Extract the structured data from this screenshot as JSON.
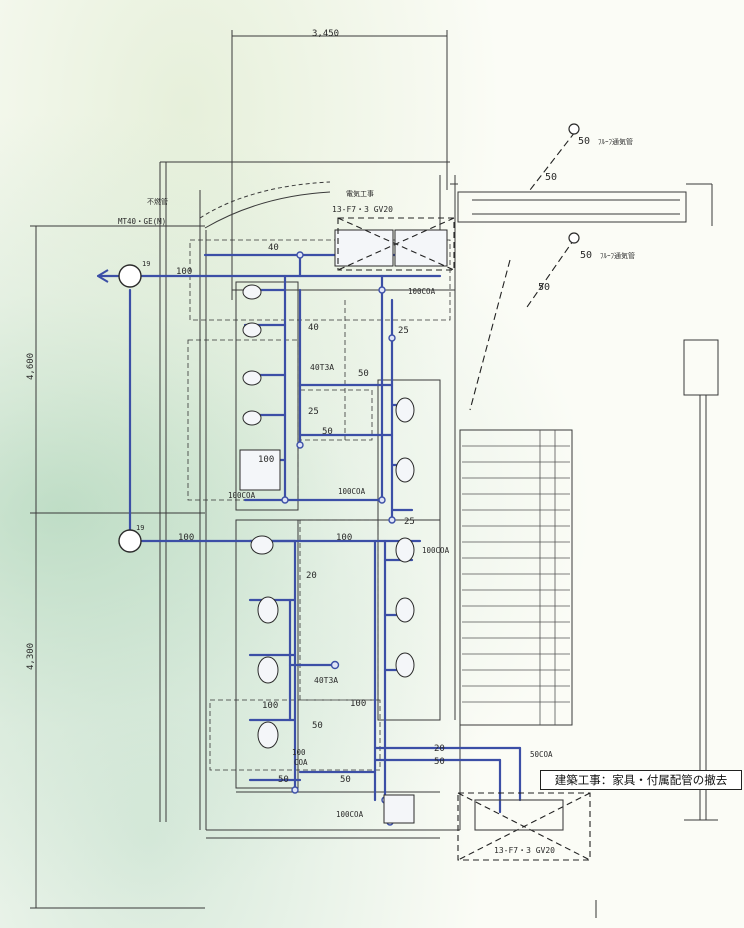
{
  "drawing": {
    "dimensions": {
      "top_width": "3,450",
      "left_upper": "4,600",
      "left_lower": "4,300"
    },
    "pipe_labels": {
      "vent_top1": "50",
      "vent_top1_note": "ﾌﾙｰﾌ通気管",
      "vent_top2": "50",
      "vent_top2_note": "ﾌﾙｰﾌ通気管",
      "diag_50_a": "50",
      "diag_50_b": "50",
      "note_left_1": "不燃管",
      "note_left_2": "MT40・GE(M)",
      "note_top": "電気工事",
      "equip_top": "13-F7・3 GV20",
      "main_19_top": "19",
      "main_100_top": "100",
      "l40_a": "40",
      "l100coa_1": "100COA",
      "l40_b": "40",
      "l25_a": "25",
      "l40t3a_a": "40T3A",
      "l50_a": "50",
      "l25_b": "25",
      "l50_b": "50",
      "l100_a": "100",
      "l100coa_2": "100COA",
      "l100coa_3": "100COA",
      "l25_c": "25",
      "main_19_mid": "19",
      "main_100_mid": "100",
      "l100_b": "100",
      "l100coa_4": "100COA",
      "l20_a": "20",
      "l40t3a_b": "40T3A",
      "l100_c": "100",
      "l100_d": "100",
      "l50_c": "50",
      "l100coa_5": "100",
      "l100coa_5b": "COA",
      "l50_d": "50",
      "l50_e": "50",
      "l20_b": "20",
      "l50_f": "50",
      "l50coa": "50COA",
      "l100coa_6": "100COA",
      "equip_bottom": "13-F7・3 GV20"
    }
  },
  "callout": {
    "text": "建築工事：家具・付属配管の撤去"
  },
  "colors": {
    "ink": "#2a2a2a",
    "pipe": "#3c4fa6",
    "red": "#c0392b"
  }
}
